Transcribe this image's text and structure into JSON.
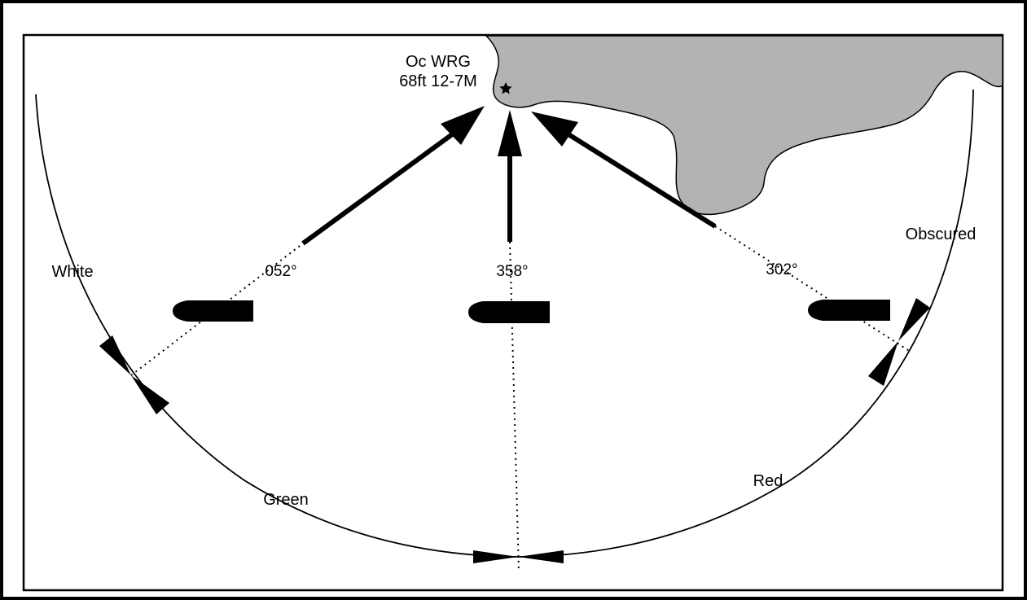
{
  "light": {
    "characteristic": "Oc WRG",
    "details": "68ft 12-7M"
  },
  "sectors": {
    "white": "White",
    "green": "Green",
    "red": "Red",
    "obscured": "Obscured"
  },
  "bearings": {
    "b052": "052°",
    "b358": "358°",
    "b302": "302°"
  },
  "colors": {
    "land": "#b3b3b3",
    "ink": "#000000",
    "paper": "#ffffff"
  }
}
